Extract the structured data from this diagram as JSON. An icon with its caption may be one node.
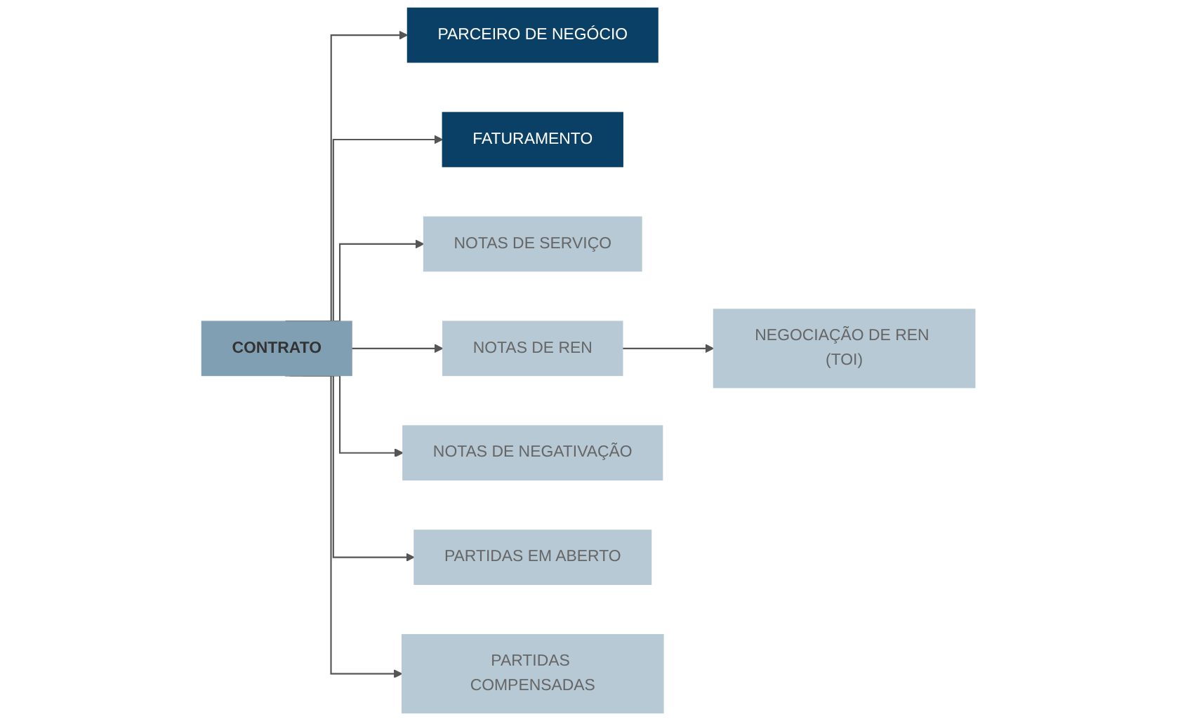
{
  "diagram": {
    "nodes": [
      {
        "text": [
          "CONTRATO"
        ]
      },
      {
        "text": [
          "PARCEIRO DE NEGÓCIO"
        ]
      },
      {
        "text": [
          "FATURAMENTO"
        ]
      },
      {
        "text": [
          "NOTAS DE SERVIÇO"
        ]
      },
      {
        "text": [
          "NOTAS DE REN"
        ]
      },
      {
        "text": [
          "NEGOCIAÇÃO DE REN (TOI)"
        ]
      },
      {
        "text": [
          "NOTAS DE NEGATIVAÇÃO"
        ]
      },
      {
        "text": [
          "PARTIDAS EM ABERTO"
        ]
      },
      {
        "text": [
          "PARTIDAS COMPENSADAS"
        ]
      }
    ],
    "edges": [
      {
        "from": 0,
        "to": 1,
        "arrow": "to"
      },
      {
        "from": 0,
        "to": 2,
        "arrow": "to"
      },
      {
        "from": 0,
        "to": 3,
        "arrow": "to"
      },
      {
        "from": 0,
        "to": 4,
        "arrow": "to"
      },
      {
        "from": 0,
        "to": 6,
        "arrow": "to"
      },
      {
        "from": 0,
        "to": 7,
        "arrow": "to"
      },
      {
        "from": 0,
        "to": 8,
        "arrow": "to"
      },
      {
        "from": 4,
        "to": 5,
        "arrow": "to"
      }
    ]
  }
}
